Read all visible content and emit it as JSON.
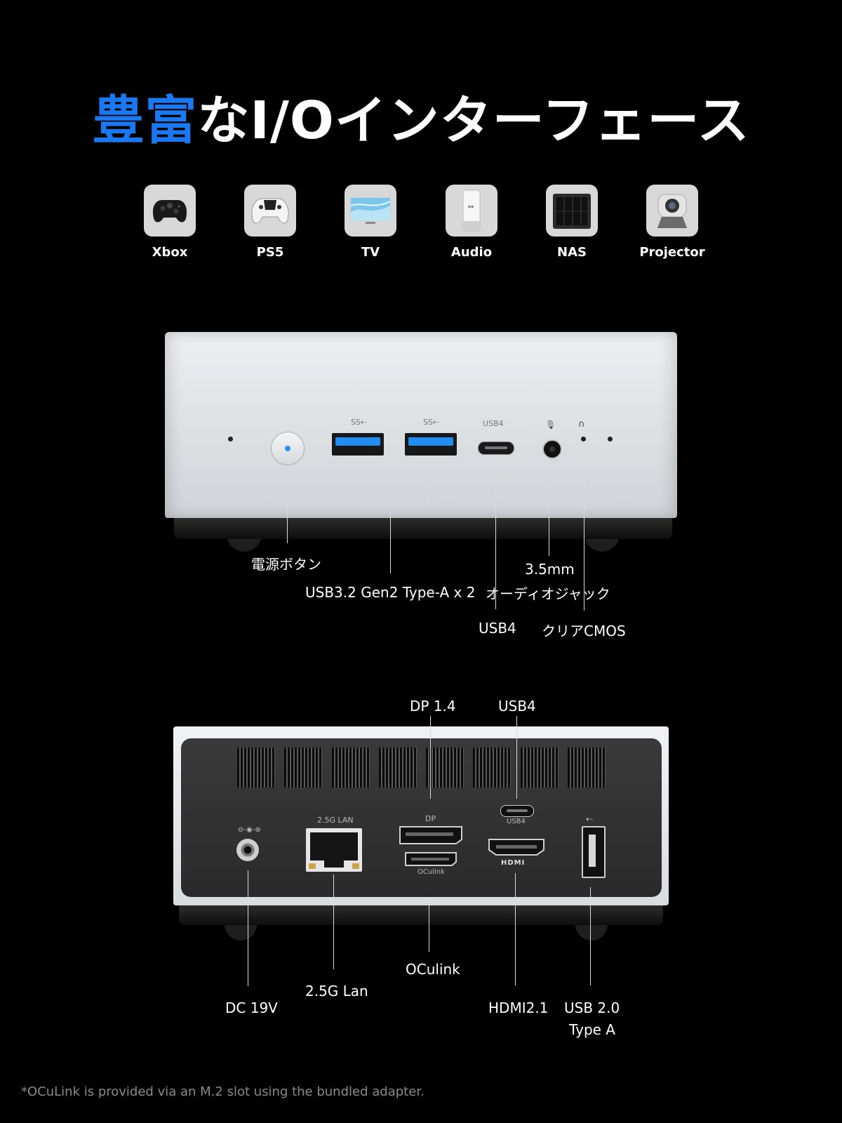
{
  "headline": {
    "highlight": "豊富",
    "rest": "なI/Oインターフェース"
  },
  "devices": [
    {
      "label": "Xbox",
      "icon": "gamepad-icon"
    },
    {
      "label": "PS5",
      "icon": "controller-icon"
    },
    {
      "label": "TV",
      "icon": "tv-icon"
    },
    {
      "label": "Audio",
      "icon": "speaker-icon"
    },
    {
      "label": "NAS",
      "icon": "nas-icon"
    },
    {
      "label": "Projector",
      "icon": "projector-icon"
    }
  ],
  "front": {
    "port_labels": {
      "ss1": "SS⇠",
      "ss2": "SS⇠",
      "usb4": "USB4"
    },
    "callouts": {
      "power": "電源ボタン",
      "usb32": "USB3.2 Gen2 Type-A x 2",
      "jack_line1": "3.5mm",
      "jack_line2": "オーディオジャック",
      "usb4": "USB4",
      "cmos": "クリアCMOS"
    }
  },
  "rear": {
    "port_labels": {
      "lan": "2.5G LAN",
      "dp": "DP",
      "oculink": "OCulink",
      "usb4": "USB4",
      "hdmi": "HDMI"
    },
    "callouts": {
      "dp": "DP 1.4",
      "usb4": "USB4",
      "dc": "DC 19V",
      "lan": "2.5G Lan",
      "oculink": "OCulink",
      "hdmi": "HDMI2.1",
      "usb2_line1": "USB 2.0",
      "usb2_line2": "Type A"
    }
  },
  "colors": {
    "accent": "#1a78f2",
    "usb3_blue": "#1f8ef0",
    "power_led": "#2f8df5"
  },
  "footnote": "*OCuLink is provided via an M.2 slot using the bundled adapter."
}
